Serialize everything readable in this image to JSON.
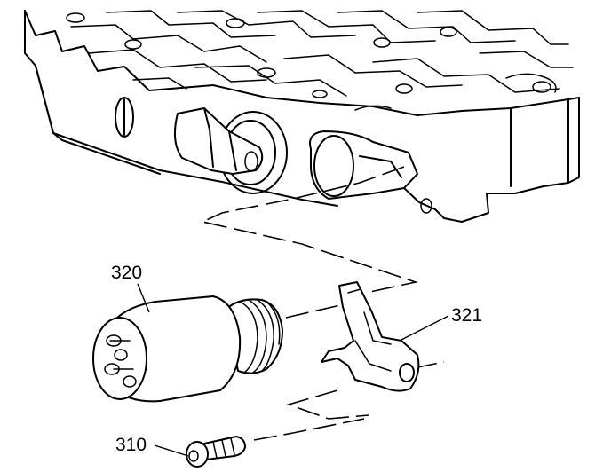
{
  "callouts": {
    "solenoid": "320",
    "clip": "321",
    "bolt": "310"
  }
}
